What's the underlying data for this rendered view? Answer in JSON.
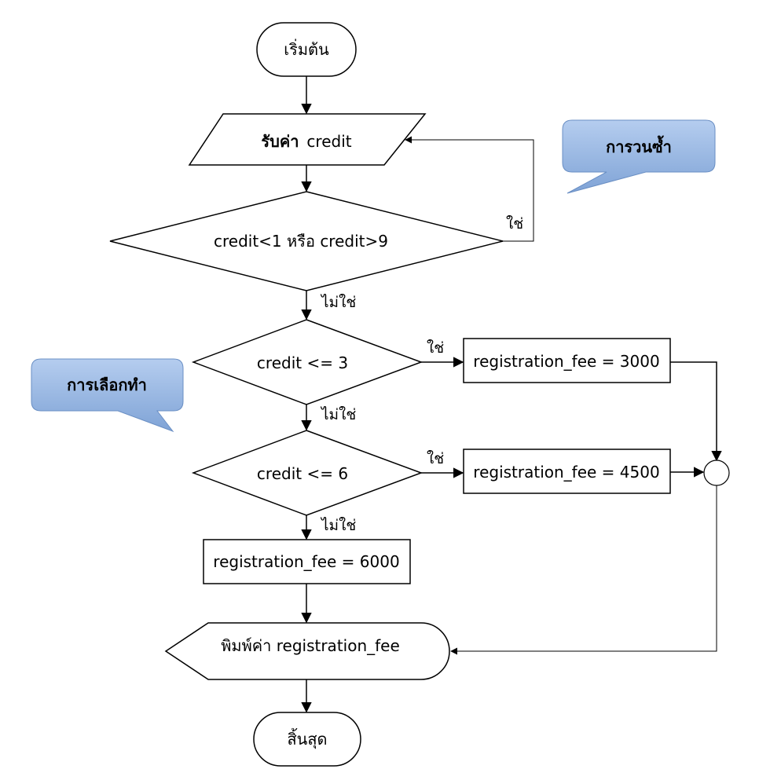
{
  "nodes": {
    "start": "เริ่มต้น",
    "input_bold": "รับค่า",
    "input_var": "credit",
    "decision_range": "credit<1 หรือ credit>9",
    "decision_le3": "credit <= 3",
    "decision_le6": "credit <= 6",
    "assign_3000": "registration_fee = 3000",
    "assign_4500": "registration_fee = 4500",
    "assign_6000": "registration_fee = 6000",
    "output": "พิมพ์ค่า registration_fee",
    "end": "สิ้นสุด"
  },
  "edge_labels": {
    "yes_loop": "ใช่",
    "no_range": "ไม่ใช่",
    "yes_le3": "ใช่",
    "no_le3": "ไม่ใช่",
    "yes_le6": "ใช่",
    "no_le6": "ไม่ใช่"
  },
  "callouts": {
    "loop": "การวนซ้ำ",
    "selection": "การเลือกทำ"
  },
  "colors": {
    "callout_top": "#a9c4ea",
    "callout_bottom": "#7fa3d6",
    "callout_border": "#6a8fc4",
    "line": "#000000"
  }
}
